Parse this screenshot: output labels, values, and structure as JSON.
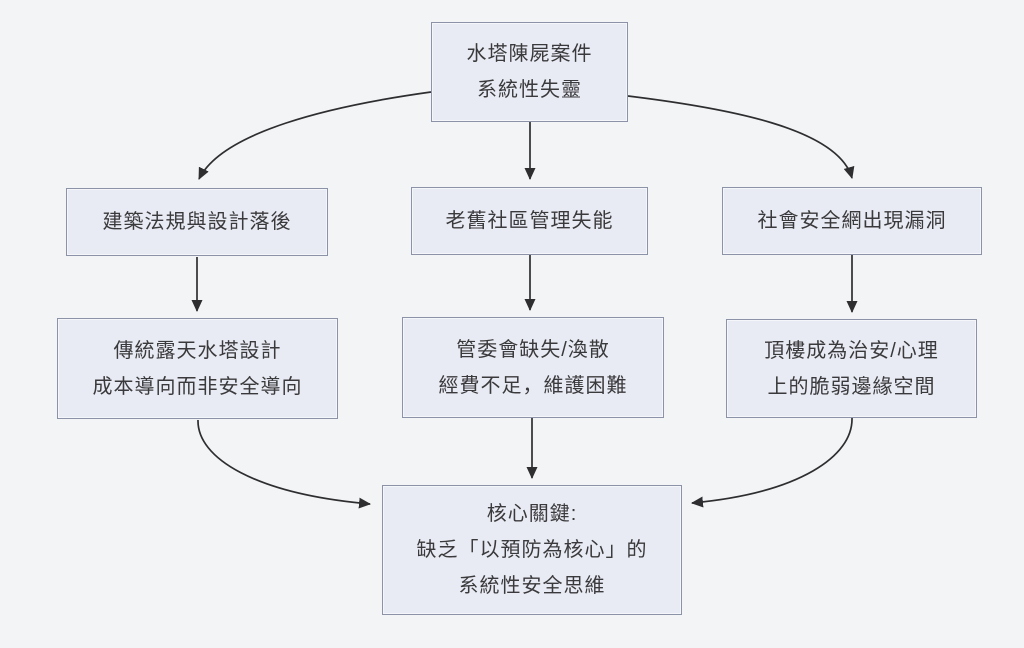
{
  "diagram": {
    "background_color": "#f3f4f6",
    "node_fill_color": "#e9ebf4",
    "node_border_color": "#8c92a8",
    "arrow_color": "#2e2e31",
    "text_color": "#3a3a3c",
    "nodes": {
      "root": {
        "lines": [
          "水塔陳屍案件",
          "系統性失靈"
        ]
      },
      "cause_regulation": {
        "lines": [
          "建築法規與設計落後"
        ]
      },
      "cause_community": {
        "lines": [
          "老舊社區管理失能"
        ]
      },
      "cause_safety_net": {
        "lines": [
          "社會安全網出現漏洞"
        ]
      },
      "detail_water_tower": {
        "lines": [
          "傳統露天水塔設計",
          "成本導向而非安全導向"
        ]
      },
      "detail_committee": {
        "lines": [
          "管委會缺失/渙散",
          "經費不足，維護困難"
        ]
      },
      "detail_rooftop": {
        "lines": [
          "頂樓成為治安/心理",
          "上的脆弱邊緣空間"
        ]
      },
      "core": {
        "lines": [
          "核心關鍵:",
          "缺乏「以預防為核心」的",
          "系統性安全思維"
        ]
      }
    }
  }
}
